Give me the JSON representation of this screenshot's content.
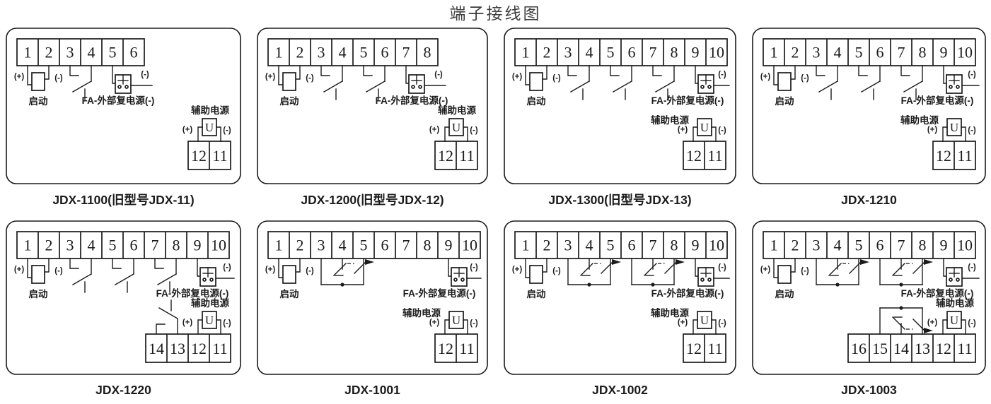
{
  "title": "端子接线图",
  "colors": {
    "line": "#1b1b1b",
    "text": "#1b1b1b",
    "title": "#3d3d3d",
    "background": "#ffffff"
  },
  "symbols": {
    "start_label": "启动",
    "fa_label": "FA-外部复电源(-)",
    "aux_label": "辅助电源",
    "plus": "(+)",
    "minus": "(-)",
    "u": "U"
  },
  "panels": [
    {
      "title": "JDX-1100(旧型号JDX-11)",
      "top_terminals": [
        "1",
        "2",
        "3",
        "4",
        "5",
        "6"
      ],
      "bottom_terminals": [
        "12",
        "11"
      ],
      "start": {
        "terminals": [
          "1",
          "2"
        ]
      },
      "contacts": [
        {
          "type": "no",
          "side": "top",
          "terminals": [
            "3",
            "4"
          ]
        }
      ],
      "fa_terminal": "5",
      "aux_label_pos": "above"
    },
    {
      "title": "JDX-1200(旧型号JDX-12)",
      "top_terminals": [
        "1",
        "2",
        "3",
        "4",
        "5",
        "6",
        "7",
        "8"
      ],
      "bottom_terminals": [
        "12",
        "11"
      ],
      "start": {
        "terminals": [
          "1",
          "2"
        ]
      },
      "contacts": [
        {
          "type": "no",
          "side": "top",
          "terminals": [
            "3",
            "4"
          ]
        },
        {
          "type": "no",
          "side": "top",
          "terminals": [
            "5",
            "6"
          ]
        }
      ],
      "fa_terminal": "7",
      "aux_label_pos": "above"
    },
    {
      "title": "JDX-1300(旧型号JDX-13)",
      "top_terminals": [
        "1",
        "2",
        "3",
        "4",
        "5",
        "6",
        "7",
        "8",
        "9",
        "10"
      ],
      "bottom_terminals": [
        "12",
        "11"
      ],
      "start": {
        "terminals": [
          "1",
          "2"
        ]
      },
      "contacts": [
        {
          "type": "no",
          "side": "top",
          "terminals": [
            "3",
            "4"
          ]
        },
        {
          "type": "no",
          "side": "top",
          "terminals": [
            "5",
            "6"
          ]
        },
        {
          "type": "no",
          "side": "top",
          "terminals": [
            "7",
            "8"
          ]
        }
      ],
      "fa_terminal": "9",
      "aux_label_pos": "left"
    },
    {
      "title": "JDX-1210",
      "top_terminals": [
        "1",
        "2",
        "3",
        "4",
        "5",
        "6",
        "7",
        "8",
        "9",
        "10"
      ],
      "bottom_terminals": [
        "12",
        "11"
      ],
      "start": {
        "terminals": [
          "1",
          "2"
        ]
      },
      "contacts": [
        {
          "type": "no",
          "side": "top",
          "terminals": [
            "3",
            "4"
          ]
        },
        {
          "type": "no",
          "side": "top",
          "terminals": [
            "5",
            "6"
          ]
        },
        {
          "type": "no",
          "side": "top",
          "terminals": [
            "7",
            "8"
          ]
        }
      ],
      "fa_terminal": "9",
      "aux_label_pos": "left"
    },
    {
      "title": "JDX-1220",
      "top_terminals": [
        "1",
        "2",
        "3",
        "4",
        "5",
        "6",
        "7",
        "8",
        "9",
        "10"
      ],
      "bottom_terminals": [
        "14",
        "13",
        "12",
        "11"
      ],
      "start": {
        "terminals": [
          "1",
          "2"
        ]
      },
      "contacts": [
        {
          "type": "no",
          "side": "top",
          "terminals": [
            "3",
            "4"
          ]
        },
        {
          "type": "no",
          "side": "top",
          "terminals": [
            "5",
            "6"
          ]
        },
        {
          "type": "no",
          "side": "top",
          "terminals": [
            "7",
            "8"
          ]
        },
        {
          "type": "no",
          "side": "bottom",
          "terminals": [
            "14",
            "13"
          ]
        }
      ],
      "fa_terminal": "9",
      "aux_label_pos": "above"
    },
    {
      "title": "JDX-1001",
      "top_terminals": [
        "1",
        "2",
        "3",
        "4",
        "5",
        "6",
        "7",
        "8",
        "9",
        "10"
      ],
      "bottom_terminals": [
        "12",
        "11"
      ],
      "start": {
        "terminals": [
          "1",
          "2"
        ]
      },
      "contacts": [
        {
          "type": "changeover",
          "side": "top",
          "terminals": [
            "3",
            "4",
            "5"
          ]
        }
      ],
      "fa_terminal": "9",
      "aux_label_pos": "left"
    },
    {
      "title": "JDX-1002",
      "top_terminals": [
        "1",
        "2",
        "3",
        "4",
        "5",
        "6",
        "7",
        "8",
        "9",
        "10"
      ],
      "bottom_terminals": [
        "12",
        "11"
      ],
      "start": {
        "terminals": [
          "1",
          "2"
        ]
      },
      "contacts": [
        {
          "type": "changeover",
          "side": "top",
          "terminals": [
            "3",
            "4",
            "5"
          ]
        },
        {
          "type": "changeover",
          "side": "top",
          "terminals": [
            "6",
            "7",
            "8"
          ]
        }
      ],
      "fa_terminal": "9",
      "aux_label_pos": "left"
    },
    {
      "title": "JDX-1003",
      "top_terminals": [
        "1",
        "2",
        "3",
        "4",
        "5",
        "6",
        "7",
        "8",
        "9",
        "10"
      ],
      "bottom_terminals": [
        "16",
        "15",
        "14",
        "13",
        "12",
        "11"
      ],
      "start": {
        "terminals": [
          "1",
          "2"
        ]
      },
      "contacts": [
        {
          "type": "changeover",
          "side": "top",
          "terminals": [
            "3",
            "4",
            "5"
          ]
        },
        {
          "type": "changeover",
          "side": "top",
          "terminals": [
            "6",
            "7",
            "8"
          ]
        },
        {
          "type": "changeover",
          "side": "bottom",
          "terminals": [
            "15",
            "14",
            "13"
          ]
        }
      ],
      "fa_terminal": "9",
      "aux_label_pos": "above"
    }
  ]
}
